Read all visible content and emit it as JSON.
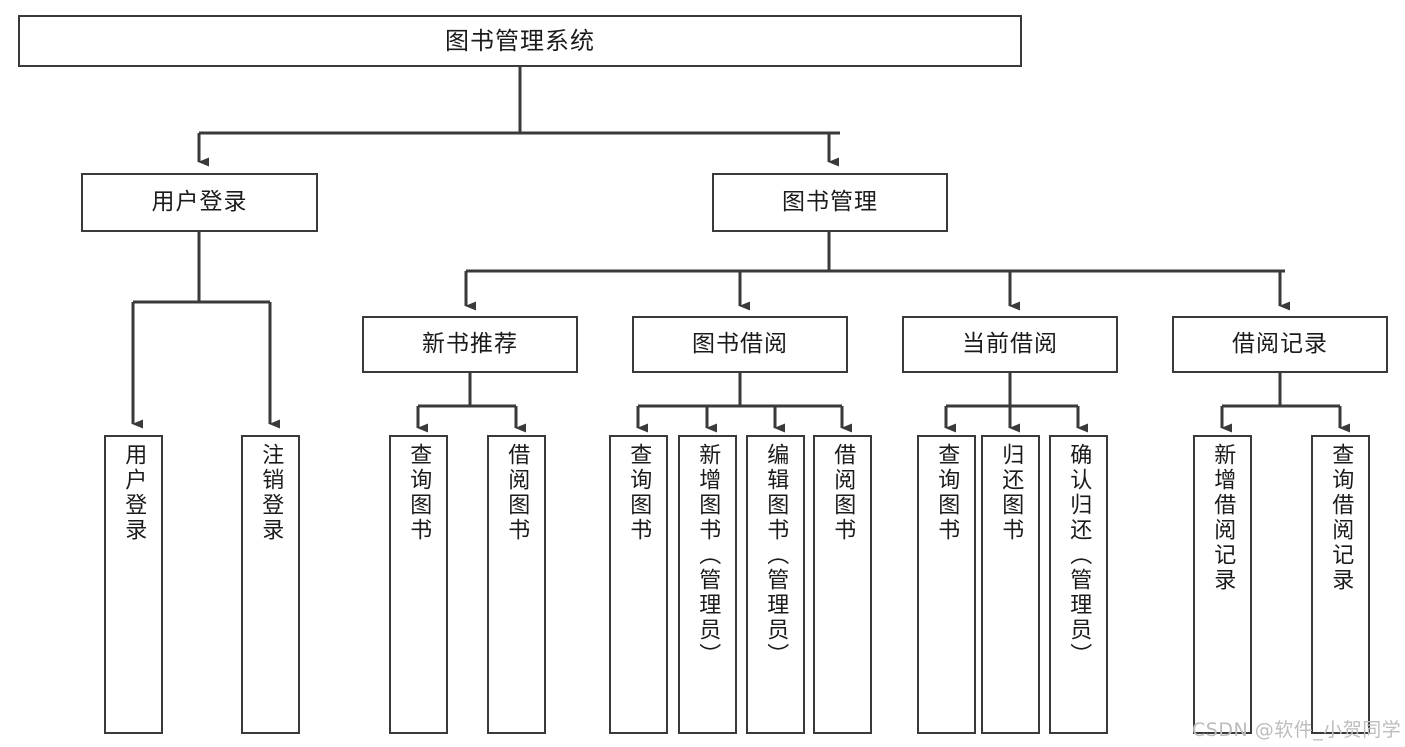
{
  "diagram": {
    "title": "图书管理系统",
    "type": "tree-hierarchy-diagram",
    "background_color": "#ffffff",
    "line_color": "#3a3a3a",
    "text_color": "#1b1b1b",
    "root": {
      "label": "图书管理系统"
    },
    "level1": [
      {
        "label": "用户登录"
      },
      {
        "label": "图书管理"
      }
    ],
    "level2": [
      {
        "label": "新书推荐"
      },
      {
        "label": "图书借阅"
      },
      {
        "label": "当前借阅"
      },
      {
        "label": "借阅记录"
      }
    ],
    "leaves": {
      "user_login": [
        {
          "label": "用户登录"
        },
        {
          "label": "注销登录"
        }
      ],
      "new_book_recommend": [
        {
          "label": "查询图书"
        },
        {
          "label": "借阅图书"
        }
      ],
      "book_borrow": [
        {
          "label": "查询图书"
        },
        {
          "label": "新增图书（管理员）"
        },
        {
          "label": "编辑图书（管理员）"
        },
        {
          "label": "借阅图书"
        }
      ],
      "current_borrow": [
        {
          "label": "查询图书"
        },
        {
          "label": "归还图书"
        },
        {
          "label": "确认归还（管理员）"
        }
      ],
      "borrow_record": [
        {
          "label": "新增借阅记录"
        },
        {
          "label": "查询借阅记录"
        }
      ]
    },
    "watermark": "CSDN @软件_小贺同学"
  }
}
